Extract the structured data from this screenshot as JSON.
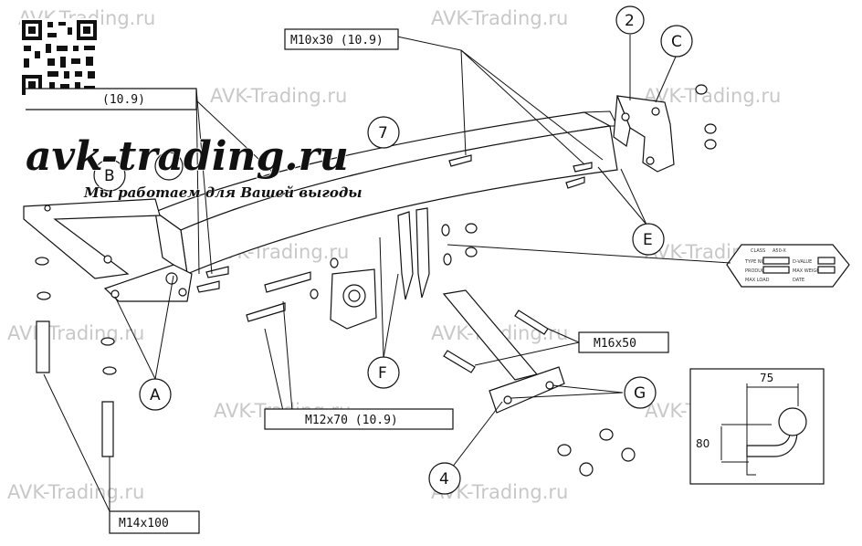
{
  "watermark": "AVK-Trading.ru",
  "logo": {
    "title": "avk-trading.ru",
    "slogan": "Мы работаем для Вашей выгоды"
  },
  "bolt_labels": {
    "m10x30": "M10x30 (10.9)",
    "m12_partial": "(10.9)",
    "m16x50": "M16x50",
    "m12x70": "M12x70 (10.9)",
    "m14x100": "M14x100"
  },
  "callouts": {
    "n2": "2",
    "nC": "C",
    "n7": "7",
    "nB": "B",
    "nE": "E",
    "nF": "F",
    "nA": "A",
    "nG": "G",
    "n4": "4"
  },
  "dimensions": {
    "width": "75",
    "height": "80"
  },
  "nameplate": {
    "row1": "CLASS",
    "row1b": "A50-X",
    "row2": "TYPE NO.",
    "row2b": "D-VALUE",
    "row3": "PRODUCER",
    "row3b": "MAX WEIGHT",
    "row4": "MAX LOAD",
    "row4b": "DATE"
  }
}
